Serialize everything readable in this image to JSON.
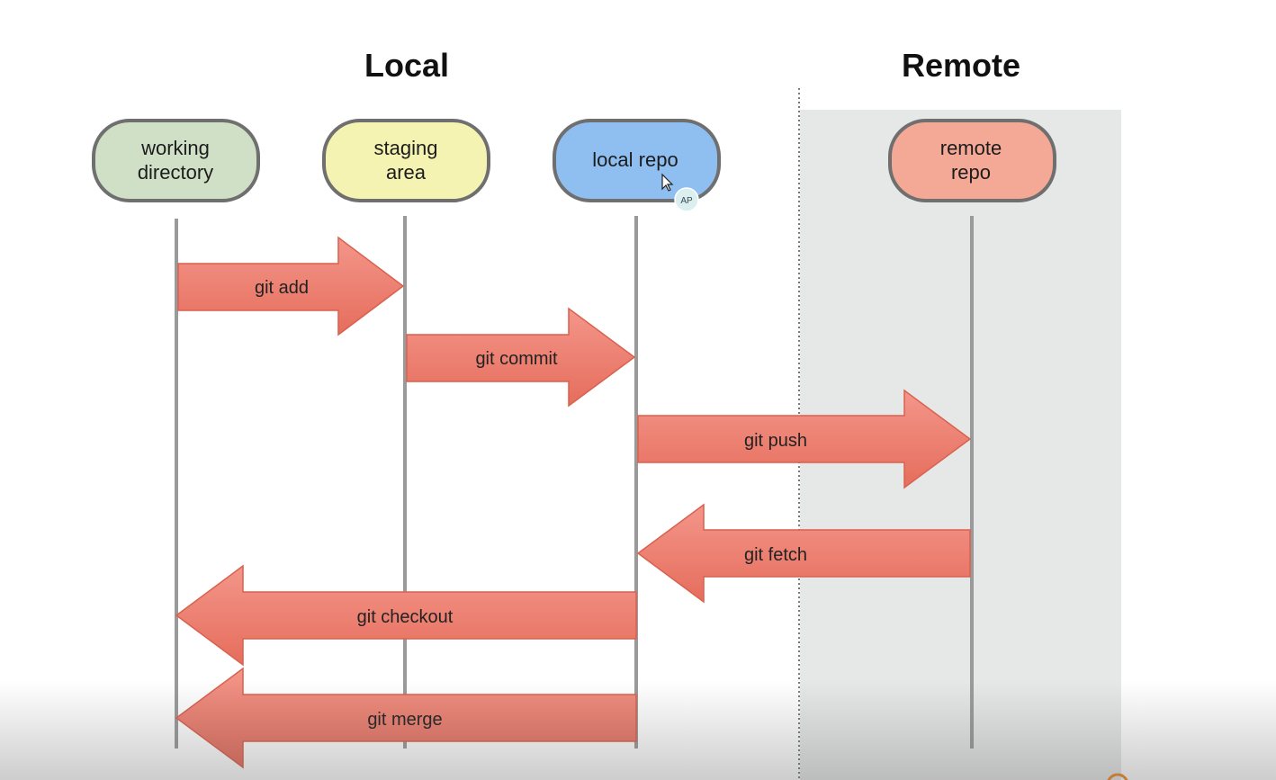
{
  "sections": {
    "local": "Local",
    "remote": "Remote"
  },
  "nodes": [
    {
      "id": "working-directory",
      "lines": [
        "working",
        "directory"
      ],
      "fill": "#cfe0c6"
    },
    {
      "id": "staging-area",
      "lines": [
        "staging",
        "area"
      ],
      "fill": "#f5f3b2"
    },
    {
      "id": "local-repo",
      "lines": [
        "local repo"
      ],
      "fill": "#8fbef0"
    },
    {
      "id": "remote-repo",
      "lines": [
        "remote",
        "repo"
      ],
      "fill": "#f4a896"
    }
  ],
  "commands": [
    {
      "id": "git-add",
      "label": "git add",
      "from": "working-directory",
      "to": "staging-area"
    },
    {
      "id": "git-commit",
      "label": "git commit",
      "from": "staging-area",
      "to": "local-repo"
    },
    {
      "id": "git-push",
      "label": "git push",
      "from": "local-repo",
      "to": "remote-repo"
    },
    {
      "id": "git-fetch",
      "label": "git fetch",
      "from": "remote-repo",
      "to": "local-repo"
    },
    {
      "id": "git-checkout",
      "label": "git checkout",
      "from": "local-repo",
      "to": "working-directory"
    },
    {
      "id": "git-merge",
      "label": "git merge",
      "from": "local-repo",
      "to": "working-directory"
    }
  ],
  "avatar": {
    "initials": "AP"
  },
  "colors": {
    "arrow_fill": "#ee7d6c",
    "arrow_stroke": "#d9614f",
    "lifeline": "#9a9a9a",
    "node_stroke": "#6f6f6f",
    "remote_zone": "#e6e8e7"
  }
}
